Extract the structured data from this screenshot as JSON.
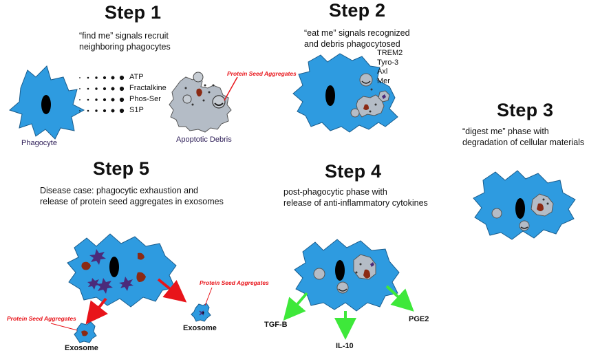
{
  "steps": [
    {
      "title": "Step 1",
      "desc": [
        "“find me” signals recruit",
        "neighboring phagocytes"
      ]
    },
    {
      "title": "Step 2",
      "desc": [
        "“eat me” signals recognized",
        "and debris phagocytosed"
      ]
    },
    {
      "title": "Step 3",
      "desc": [
        "“digest me” phase with",
        "degradation of cellular materials"
      ]
    },
    {
      "title": "Step 4",
      "desc": [
        "post-phagocytic phase with",
        "release of anti-inflammatory cytokines"
      ]
    },
    {
      "title": "Step 5",
      "desc": [
        "Disease case: phagocytic exhaustion and",
        "release of protein seed aggregates in exosomes"
      ]
    }
  ],
  "signals": [
    "ATP",
    "Fractalkine",
    "Phos-Ser",
    "S1P"
  ],
  "receptors": [
    "TREM2",
    "Tyro-3",
    "Axl",
    "Mer"
  ],
  "labels": {
    "phagocyte": "Phagocyte",
    "apoptotic_debris": "Apoptotic Debris",
    "protein_seed_aggregates": "Protein Seed Aggregates",
    "exosome": "Exosome"
  },
  "cytokines": [
    "TGF-B",
    "IL-10",
    "PGE2"
  ],
  "colors": {
    "cell_fill": "#2e9be0",
    "cell_stroke": "#1a5c8c",
    "nucleus": "#000000",
    "debris_fill": "#b4bcc6",
    "aggregate_red": "#8b2a14",
    "aggregate_purple": "#4b2a7a",
    "arrow_red": "#e8141a",
    "arrow_green": "#3ee83a",
    "label_red": "#e8141a"
  }
}
